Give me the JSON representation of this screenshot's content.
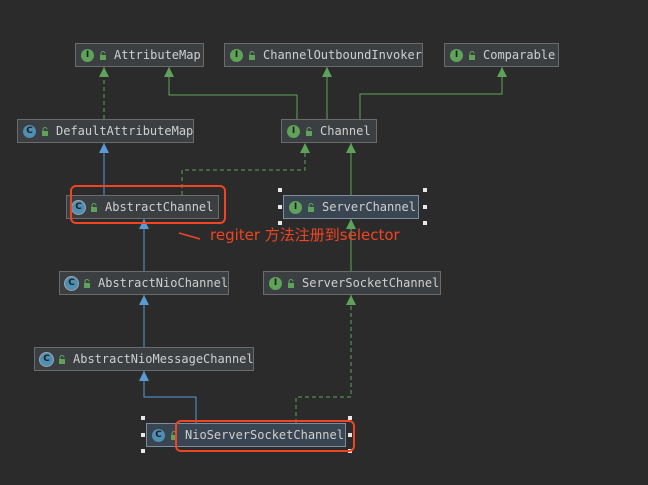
{
  "nodes": {
    "attribute_map": {
      "label": "AttributeMap",
      "kind": "interface",
      "badge": "I"
    },
    "channel_outbound_invoker": {
      "label": "ChannelOutboundInvoker",
      "kind": "interface",
      "badge": "I"
    },
    "comparable": {
      "label": "Comparable",
      "kind": "interface",
      "badge": "I"
    },
    "default_attribute_map": {
      "label": "DefaultAttributeMap",
      "kind": "class",
      "badge": "C"
    },
    "channel": {
      "label": "Channel",
      "kind": "interface",
      "badge": "I"
    },
    "abstract_channel": {
      "label": "AbstractChannel",
      "kind": "abstract-class",
      "badge": "C"
    },
    "server_channel": {
      "label": "ServerChannel",
      "kind": "interface",
      "badge": "I"
    },
    "abstract_nio_channel": {
      "label": "AbstractNioChannel",
      "kind": "abstract-class",
      "badge": "C"
    },
    "server_socket_channel": {
      "label": "ServerSocketChannel",
      "kind": "interface",
      "badge": "I"
    },
    "abstract_nio_message_channel": {
      "label": "AbstractNioMessageChannel",
      "kind": "abstract-class",
      "badge": "C"
    },
    "nio_server_socket_channel": {
      "label": "NioServerSocketChannel",
      "kind": "class",
      "badge": "C"
    }
  },
  "edges": [
    {
      "from": "default_attribute_map",
      "to": "attribute_map",
      "relation": "implements"
    },
    {
      "from": "channel",
      "to": "attribute_map",
      "relation": "extends"
    },
    {
      "from": "channel",
      "to": "channel_outbound_invoker",
      "relation": "extends"
    },
    {
      "from": "channel",
      "to": "comparable",
      "relation": "extends"
    },
    {
      "from": "abstract_channel",
      "to": "default_attribute_map",
      "relation": "extends"
    },
    {
      "from": "abstract_channel",
      "to": "channel",
      "relation": "implements"
    },
    {
      "from": "server_channel",
      "to": "channel",
      "relation": "extends"
    },
    {
      "from": "abstract_nio_channel",
      "to": "abstract_channel",
      "relation": "extends"
    },
    {
      "from": "server_socket_channel",
      "to": "server_channel",
      "relation": "extends"
    },
    {
      "from": "abstract_nio_message_channel",
      "to": "abstract_nio_channel",
      "relation": "extends"
    },
    {
      "from": "nio_server_socket_channel",
      "to": "abstract_nio_message_channel",
      "relation": "extends"
    },
    {
      "from": "nio_server_socket_channel",
      "to": "server_socket_channel",
      "relation": "implements"
    }
  ],
  "annotation": {
    "text": "regiter 方法注册到selector"
  },
  "colors": {
    "background": "#2b2b2b",
    "extends_arrow": "#5a9bd5",
    "interface_arrow": "#5fa35a",
    "highlight": "#ef4522",
    "node_fill": "#3c3f41",
    "node_text": "#cfcfcf"
  }
}
